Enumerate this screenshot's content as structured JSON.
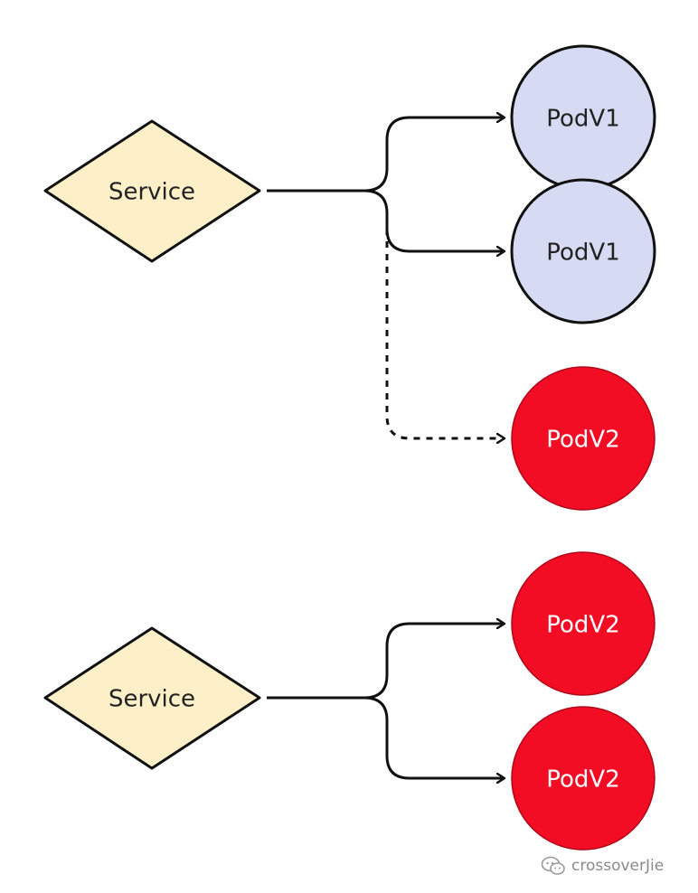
{
  "diagram": {
    "top": {
      "service_label": "Service",
      "pods": [
        "PodV1",
        "PodV1",
        "PodV2"
      ]
    },
    "bottom": {
      "service_label": "Service",
      "pods": [
        "PodV2",
        "PodV2"
      ]
    }
  },
  "colors": {
    "service_fill": "#fdf0c8",
    "pod_v1_fill": "#d6dbf3",
    "pod_v2_fill": "#f20d24",
    "stroke": "#111111"
  },
  "watermark": {
    "text": "crossoverJie",
    "icon": "wechat-icon"
  }
}
